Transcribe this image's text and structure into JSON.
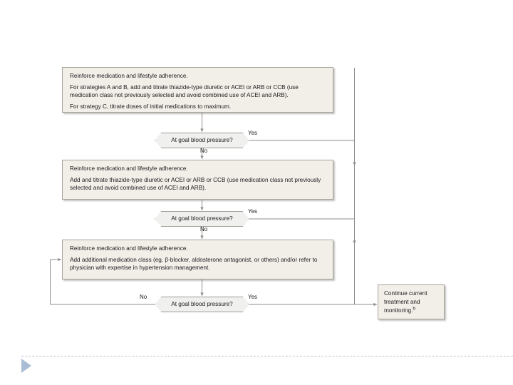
{
  "slide": {
    "background_color": "#ffffff",
    "footer": {
      "rule_style": "dashed",
      "rule_color": "#b9c4d2",
      "arrow_icon": "play-triangle-icon",
      "arrow_color": "#a9bdd4"
    }
  },
  "flowchart": {
    "type": "process-flow",
    "colors": {
      "box_fill": "#f2efe9",
      "box_border": "#a8a49c",
      "decision_fill": "#f0f0ef",
      "decision_border": "#9d9a95",
      "connector": "#8f8d89",
      "text": "#1b1b1b"
    },
    "steps": [
      {
        "id": "step1",
        "lines": [
          "Reinforce medication and lifestyle adherence.",
          "For strategies A and B, add and titrate thiazide-type diuretic or ACEI or ARB or CCB (use medication class not previously selected and avoid combined use of ACEI and ARB).",
          "For strategy C, titrate doses of initial medications to maximum."
        ]
      },
      {
        "id": "step2",
        "lines": [
          "Reinforce medication and lifestyle adherence.",
          "Add and titrate thiazide-type diuretic or ACEI or ARB or CCB (use medication class not previously selected and avoid combined use of ACEI and ARB)."
        ]
      },
      {
        "id": "step3",
        "lines": [
          "Reinforce medication and lifestyle adherence.",
          "Add additional medication class (eg, β-blocker, aldosterone antagonist, or others) and/or refer to physician with expertise in hypertension management."
        ]
      }
    ],
    "decisions": [
      {
        "id": "decision1",
        "question": "At goal blood pressure?",
        "yes_label": "Yes",
        "no_label": "No"
      },
      {
        "id": "decision2",
        "question": "At goal blood pressure?",
        "yes_label": "Yes",
        "no_label": "No"
      },
      {
        "id": "decision3",
        "question": "At goal blood pressure?",
        "yes_label": "Yes",
        "no_label": "No"
      }
    ],
    "terminal": {
      "id": "terminal",
      "text": "Continue current treatment and monitoring.",
      "footnote_marker": "b"
    }
  }
}
